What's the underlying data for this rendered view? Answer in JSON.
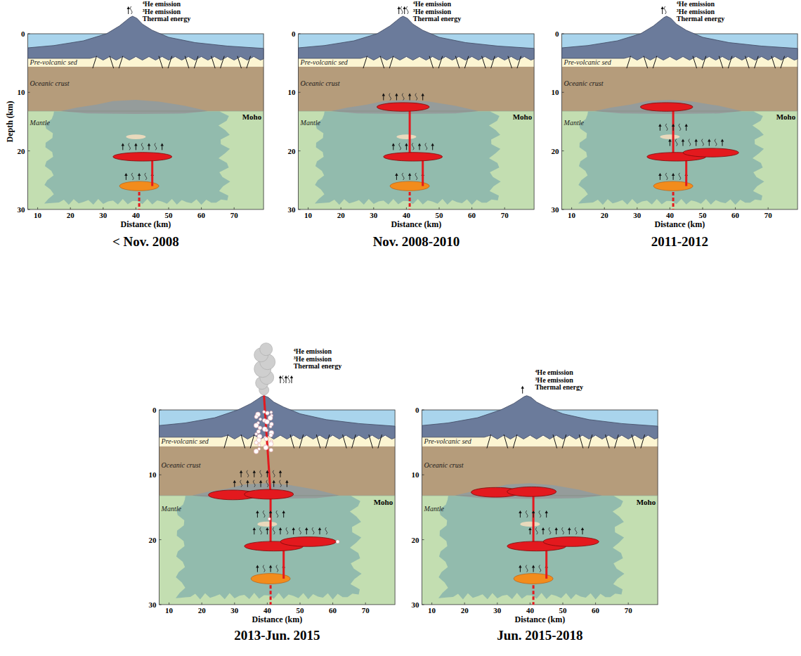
{
  "diagram": {
    "labels": [
      "⁴He emission",
      "³He emission",
      "Thermal energy",
      "0",
      "10",
      "20",
      "30",
      "Pre-volcanic sed",
      "Oceanic crust",
      "Mantle",
      "Moho",
      "10",
      "20",
      "30",
      "40",
      "50",
      "60",
      "70",
      "Distance (km)",
      "< Nov. 2008",
      "⁴He emission",
      "³He emission",
      "Thermal energy",
      "0",
      "10",
      "20",
      "30",
      "Pre-volcanic sed",
      "Oceanic crust",
      "Mantle",
      "Moho",
      "10",
      "20",
      "30",
      "40",
      "50",
      "60",
      "70",
      "Distance (km)",
      "Nov. 2008-2010",
      "⁴He emission",
      "³He emission",
      "Thermal energy",
      "0",
      "10",
      "20",
      "30",
      "Pre-volcanic sed",
      "Oceanic crust",
      "Mantle",
      "Moho",
      "10",
      "20",
      "30",
      "40",
      "50",
      "60",
      "70",
      "Distance (km)",
      "2011-2012",
      "⁴He emission",
      "³He emission",
      "Thermal energy",
      "0",
      "10",
      "20",
      "30",
      "Pre-volcanic sed",
      "Oceanic crust",
      "Mantle",
      "Moho",
      "10",
      "20",
      "30",
      "40",
      "50",
      "60",
      "70",
      "Distance (km)",
      "2013-Jun. 2015",
      "⁴He emission",
      "³He emission",
      "Thermal energy",
      "0",
      "10",
      "20",
      "30",
      "Pre-volcanic sed",
      "Oceanic crust",
      "Mantle",
      "Moho",
      "10",
      "20",
      "30",
      "40",
      "50",
      "60",
      "70",
      "Distance (km)",
      "Jun. 2015-2018",
      "Depth (km)"
    ]
  }
}
